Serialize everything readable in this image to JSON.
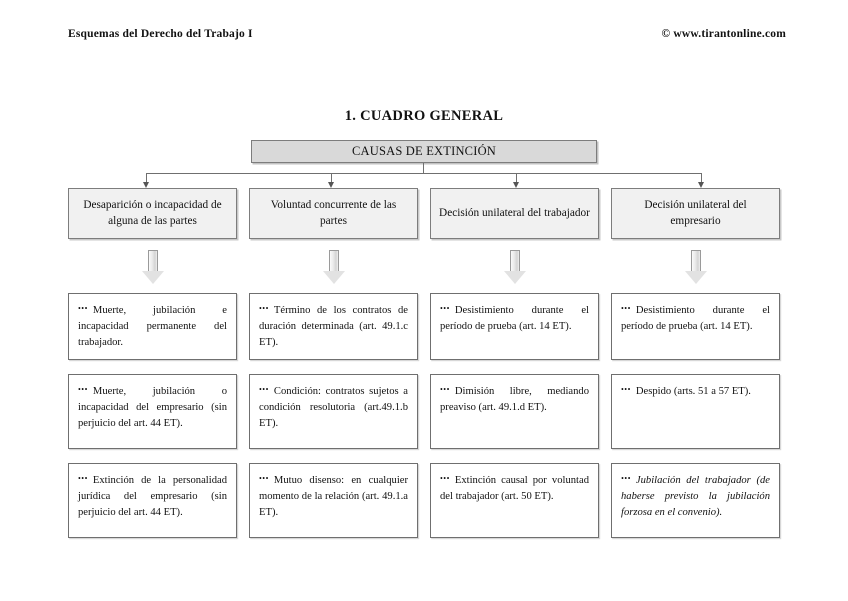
{
  "header": {
    "left": "Esquemas del Derecho del Trabajo I",
    "right": "© www.tirantonline.com"
  },
  "section": {
    "title": "1. CUADRO GENERAL"
  },
  "root": {
    "label": "CAUSAS DE EXTINCIÓN"
  },
  "bullet": "•••",
  "colors": {
    "root_fill": "#d9d9d9",
    "head_fill": "#f1f1f1",
    "border": "#7d7d7d",
    "item_border": "#6f6f6f",
    "text": "#111111",
    "page_bg": "#ffffff"
  },
  "columns": [
    {
      "head": "Desaparición o incapacidad de alguna de las partes",
      "items": [
        "Muerte, jubilación e incapacidad permanente del trabajador.",
        "Muerte, jubilación o incapacidad del empresario (sin perjuicio del art. 44 ET).",
        "Extinción de la personalidad jurídica del empresario (sin perjuicio del art. 44 ET)."
      ],
      "italic": [
        false,
        false,
        false
      ]
    },
    {
      "head": "Voluntad concurrente de las partes",
      "items": [
        "Término de los contratos de duración determinada (art. 49.1.c ET).",
        "Condición: contratos sujetos a condición resolutoria (art.49.1.b ET).",
        "Mutuo disenso: en cualquier momento de la relación (art. 49.1.a ET)."
      ],
      "italic": [
        false,
        false,
        false
      ]
    },
    {
      "head": "Decisión unilateral del trabajador",
      "items": [
        "Desistimiento durante el período de prueba (art. 14 ET).",
        "Dimisión libre, mediando preaviso (art. 49.1.d ET).",
        "Extinción causal por voluntad del trabajador (art. 50 ET)."
      ],
      "italic": [
        false,
        false,
        false
      ]
    },
    {
      "head": "Decisión unilateral del empresario",
      "items": [
        "Desistimiento durante el período de prueba (art. 14 ET).",
        "Despido (arts. 51 a 57 ET).",
        "Jubilación del trabajador (de haberse previsto la jubilación forzosa en el convenio)."
      ],
      "italic": [
        false,
        false,
        true
      ]
    }
  ]
}
